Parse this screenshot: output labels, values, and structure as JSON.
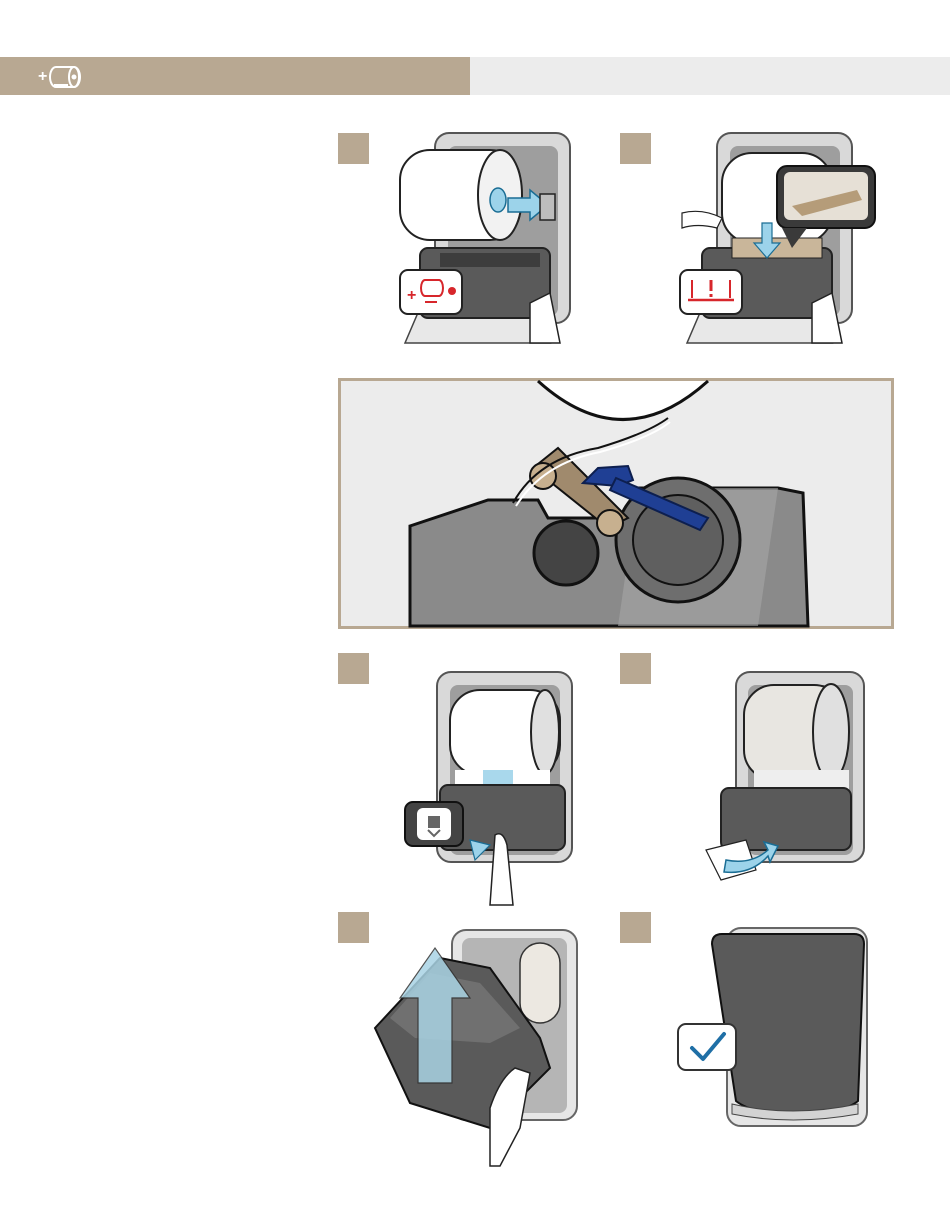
{
  "header": {
    "icon": "add-roll-icon",
    "background_color": "#b8a892",
    "rest_color": "#ececec"
  },
  "steps": [
    {
      "id": "step-1",
      "icon": "add-roll-icon",
      "caption_icon_color": "#d7262b"
    },
    {
      "id": "step-2",
      "icon": "paper-path-warning-icon",
      "caption_icon_color": "#d7262b"
    },
    {
      "id": "step-3",
      "icon": "feed-button-icon"
    },
    {
      "id": "step-4",
      "icon": "tear-paper-arrow-icon"
    },
    {
      "id": "step-5",
      "icon": "close-cover-arrow-icon"
    },
    {
      "id": "step-6",
      "icon": "checkmark-icon",
      "check_color": "#1f6fa6"
    }
  ],
  "detail": {
    "icon": "paper-routing-detail",
    "border_color": "#b8a892",
    "lever_color": "#1f3f94"
  }
}
